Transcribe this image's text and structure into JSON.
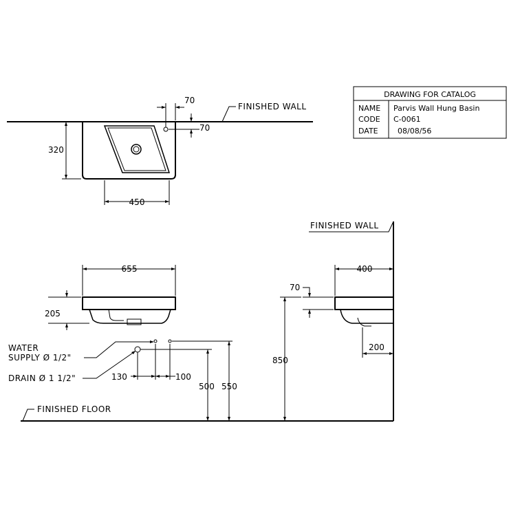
{
  "title_block": {
    "header": "DRAWING FOR CATALOG",
    "rows": [
      {
        "key": "NAME",
        "value": "Parvis Wall Hung Basin"
      },
      {
        "key": "CODE",
        "value": "C-0061"
      },
      {
        "key": "DATE",
        "value": "08/08/56"
      }
    ]
  },
  "labels": {
    "finished_wall_top": "FINISHED WALL",
    "finished_wall_side": "FINISHED WALL",
    "finished_floor": "FINISHED FLOOR",
    "water_supply_line1": "WATER",
    "water_supply_line2": "SUPPLY Ø 1/2\"",
    "drain": "DRAIN Ø 1 1/2\""
  },
  "dimensions": {
    "plan_tap_offset_x": "70",
    "plan_tap_offset_y": "70",
    "plan_depth": "320",
    "plan_bowl_width": "450",
    "front_width": "655",
    "front_height": "205",
    "drain_offset": "130",
    "supply_spacing": "100",
    "drain_height": "500",
    "supply_height": "550",
    "side_depth": "400",
    "side_lip": "70",
    "side_drain_offset": "200",
    "rim_height": "850"
  }
}
